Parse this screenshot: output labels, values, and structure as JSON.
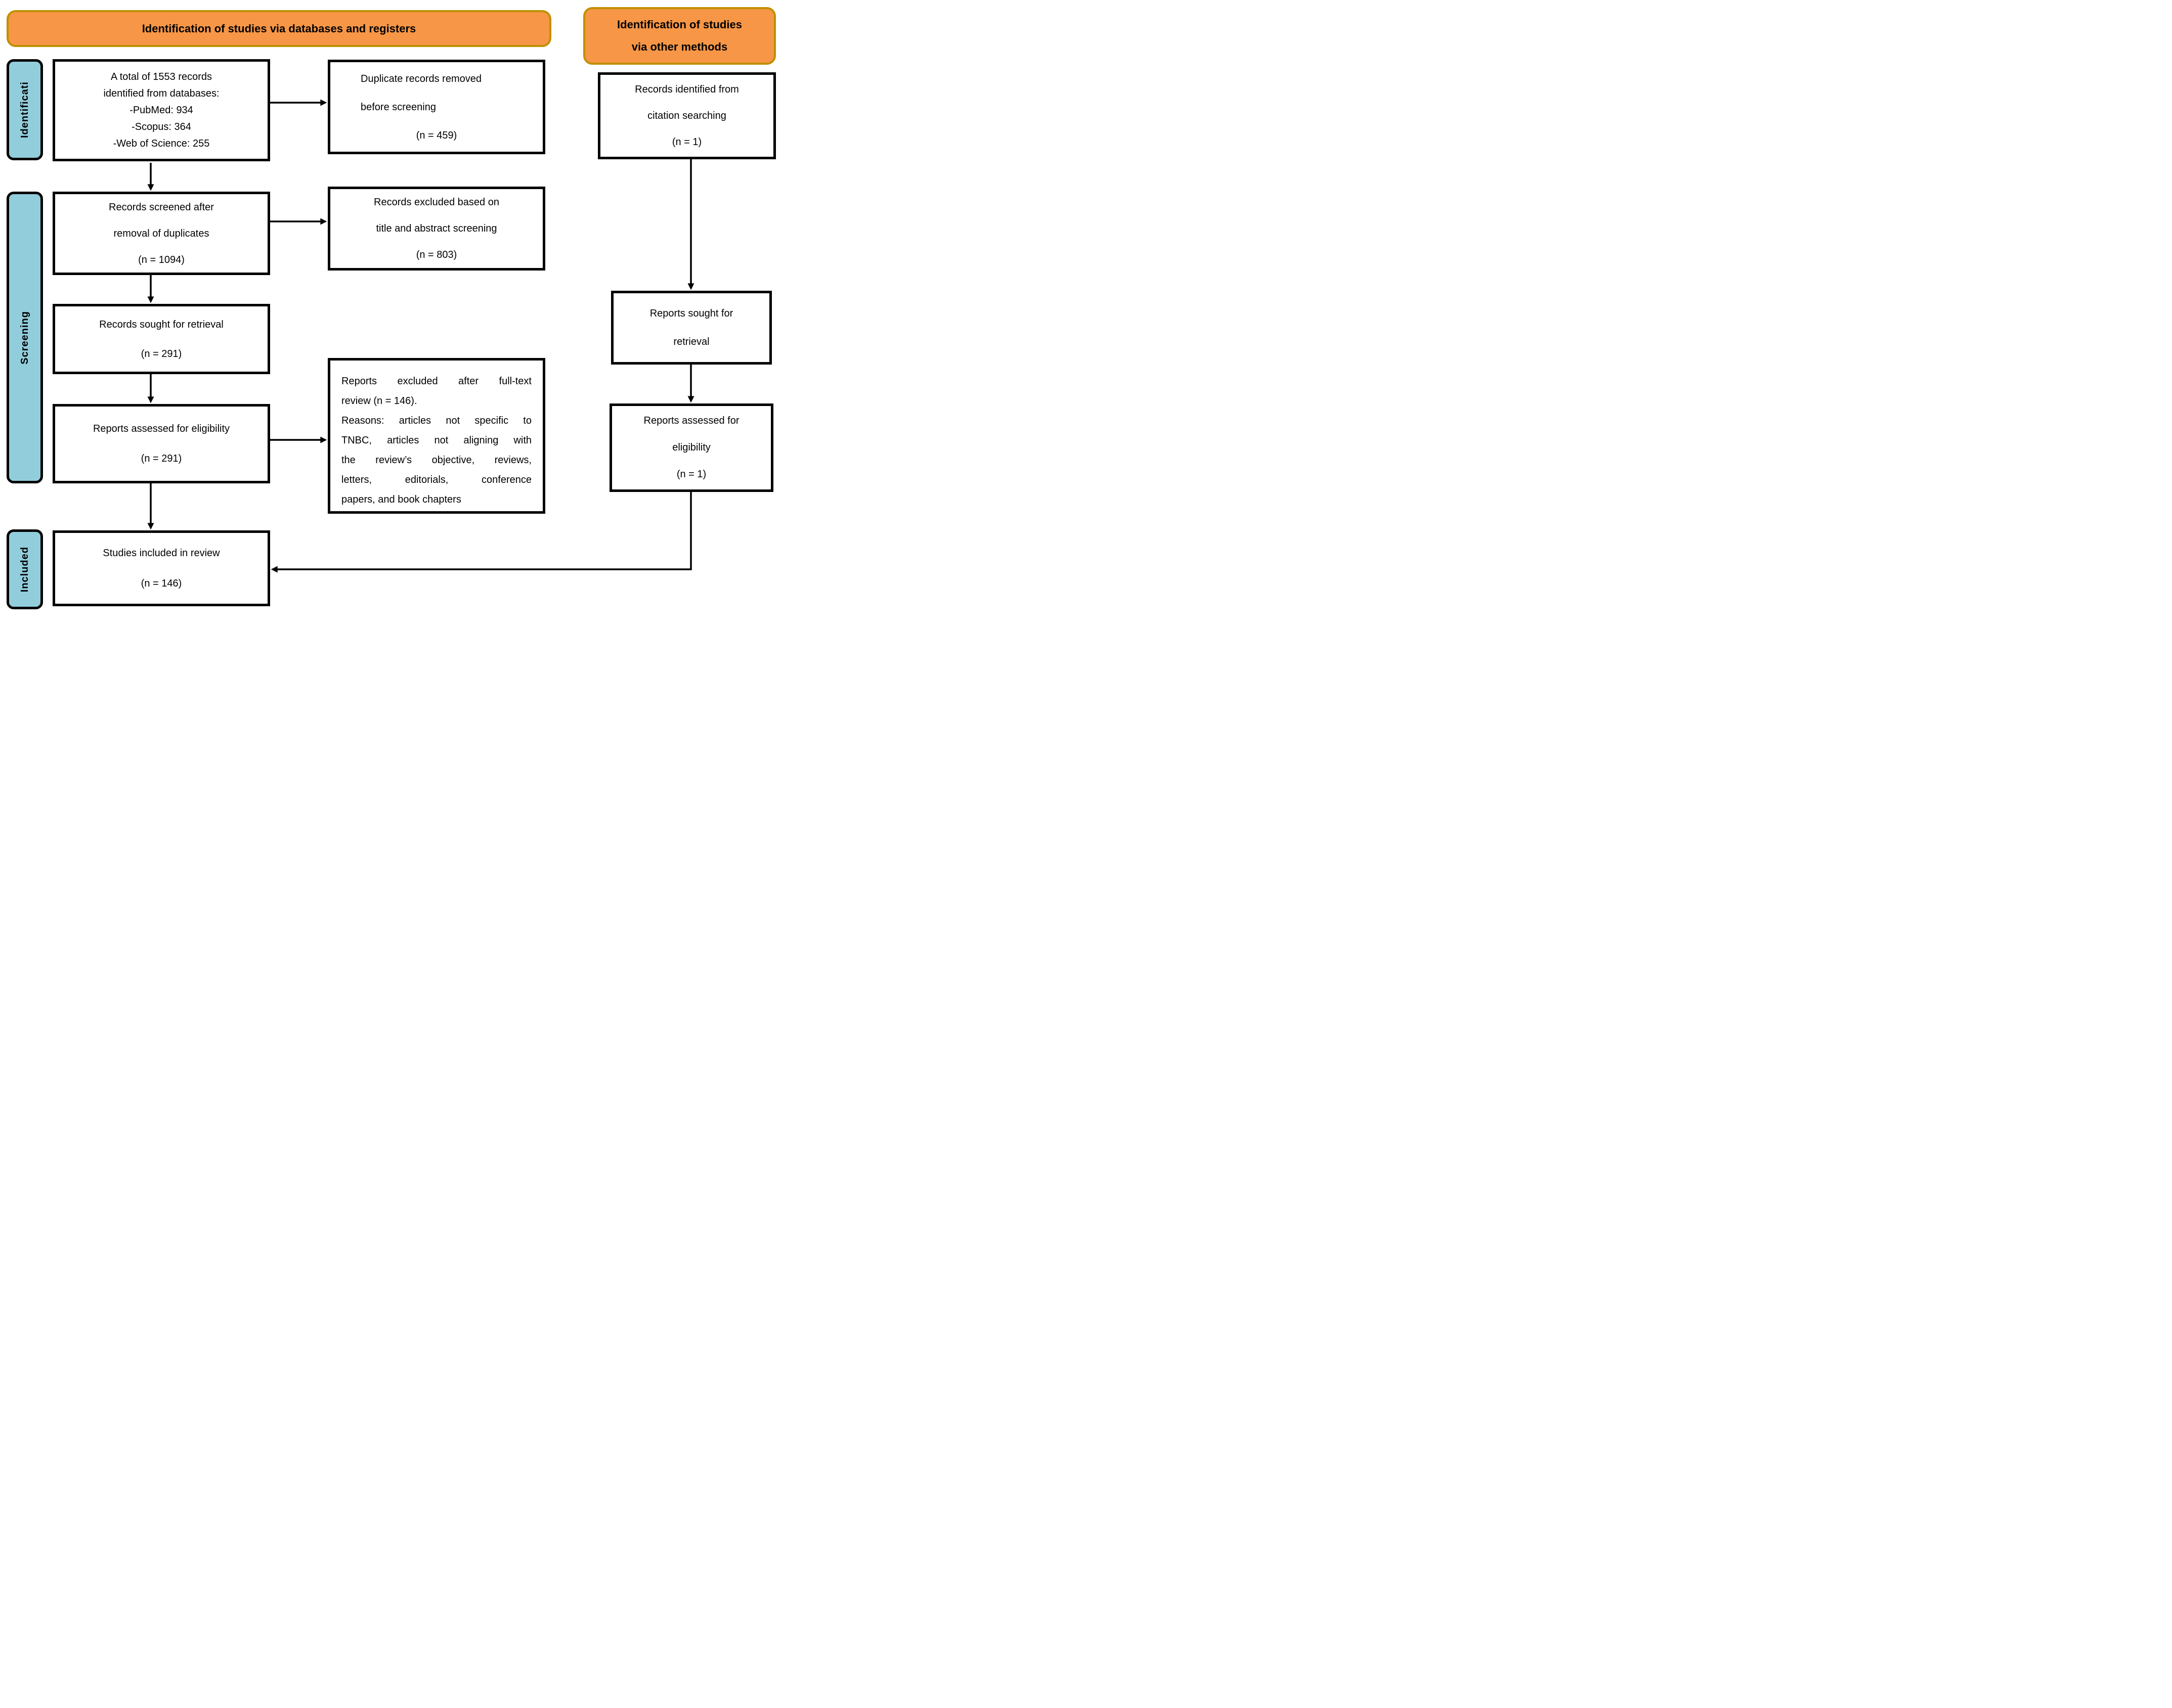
{
  "colors": {
    "header_fill": "#F79646",
    "header_border": "#BF9000",
    "sidebar_fill": "#92CDDC",
    "border": "#000000"
  },
  "headers": {
    "databases": "Identification of studies via databases and registers",
    "other_line1": "Identification of studies",
    "other_line2": "via other methods"
  },
  "sidebars": {
    "identification": "Identificati",
    "screening": "Screening",
    "included": "Included"
  },
  "boxes": {
    "records_identified": {
      "line1": "A total of 1553 records",
      "line2": "identified from databases:",
      "line3": "-PubMed: 934",
      "line4": "-Scopus: 364",
      "line5": "-Web of Science: 255"
    },
    "duplicates_removed": {
      "line1": "Duplicate records removed",
      "line2": "before screening",
      "line3": "(n = 459)"
    },
    "citation_records": {
      "line1": "Records identified from",
      "line2": "citation searching",
      "line3": "(n = 1)"
    },
    "records_screened": {
      "line1": "Records screened after",
      "line2": "removal of duplicates",
      "line3": "(n = 1094)"
    },
    "records_excluded": {
      "line1": "Records excluded based on",
      "line2": "title and abstract screening",
      "line3": "(n = 803)"
    },
    "records_sought": {
      "line1": "Records sought for retrieval",
      "line2": "(n = 291)"
    },
    "reports_assessed": {
      "line1": "Reports assessed for eligibility",
      "line2": "(n = 291)"
    },
    "reports_excluded": {
      "line1": "Reports excluded after full-text",
      "line2": "review (n = 146).",
      "line3": "Reasons: articles not specific to",
      "line4": "TNBC, articles not aligning with",
      "line5": "the review’s objective, reviews,",
      "line6": "letters, editorials, conference",
      "line7": "papers, and book chapters"
    },
    "reports_sought_other": {
      "line1": "Reports sought for",
      "line2": "retrieval"
    },
    "reports_assessed_other": {
      "line1": "Reports assessed for",
      "line2": "eligibility",
      "line3": "(n = 1)"
    },
    "studies_included": {
      "line1": "Studies included in review",
      "line2": "(n = 146)"
    }
  }
}
